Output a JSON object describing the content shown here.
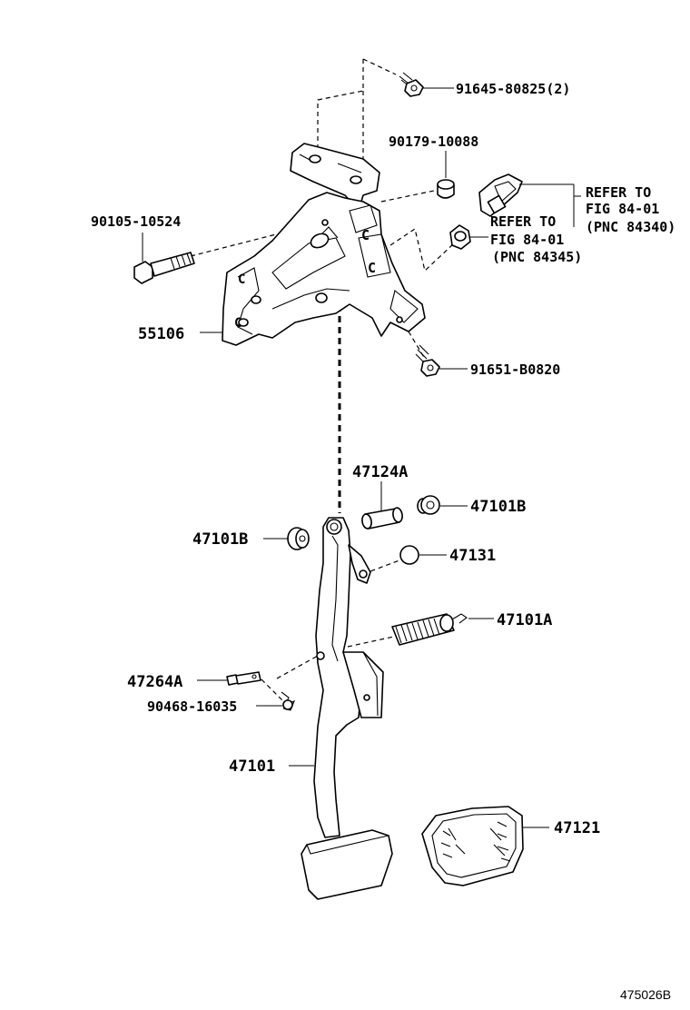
{
  "labels": {
    "bolt_91645": "91645-80825(2)",
    "nut_90179": "90179-10088",
    "refer_1_line1": "REFER TO",
    "refer_1_line2": "FIG 84-01",
    "refer_1_line3": "(PNC 84340)",
    "refer_2_line1": "REFER TO",
    "refer_2_line2": "FIG 84-01",
    "refer_2_line3": "(PNC 84345)",
    "bolt_90105": "90105-10524",
    "bracket_55106": "55106",
    "bolt_91651": "91651-B0820",
    "sleeve_47124A": "47124A",
    "bushing_47101B_right": "47101B",
    "bushing_47101B_left": "47101B",
    "stopper_47131": "47131",
    "spring_47101A": "47101A",
    "pin_47264A": "47264A",
    "clip_90468": "90468-16035",
    "pedal_47101": "47101",
    "pad_47121": "47121",
    "figure_id": "475026B"
  }
}
